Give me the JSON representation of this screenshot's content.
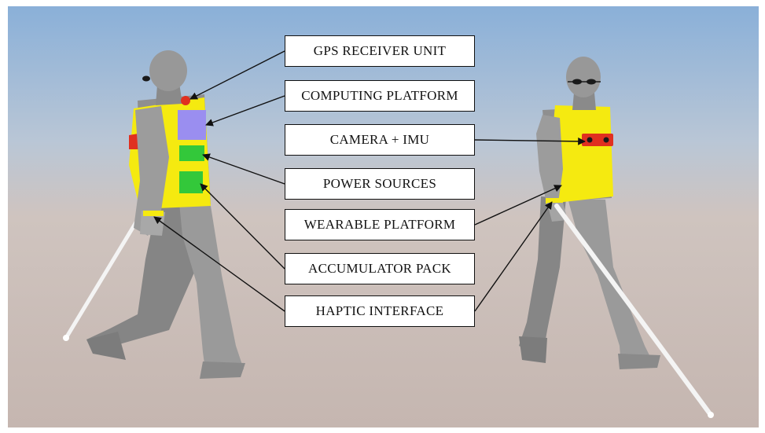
{
  "labels": {
    "gps_receiver": "GPS RECEIVER UNIT",
    "computing_platform": "COMPUTING PLATFORM",
    "camera_imu": "CAMERA + IMU",
    "power_sources": "POWER SOURCES",
    "wearable_platform": "WEARABLE PLATFORM",
    "accumulator_pack": "ACCUMULATOR PACK",
    "haptic_interface": "HAPTIC INTERFACE"
  },
  "colors": {
    "sky_top": "#8ab0d8",
    "ground": "#c7b8b2",
    "body_gray": "#8f8f8f",
    "vest_yellow": "#f5ea10",
    "computing_blue": "#9a8ef0",
    "power_green": "#33c83a",
    "camera_red": "#e03020",
    "cane_white": "#f4f4f4"
  }
}
